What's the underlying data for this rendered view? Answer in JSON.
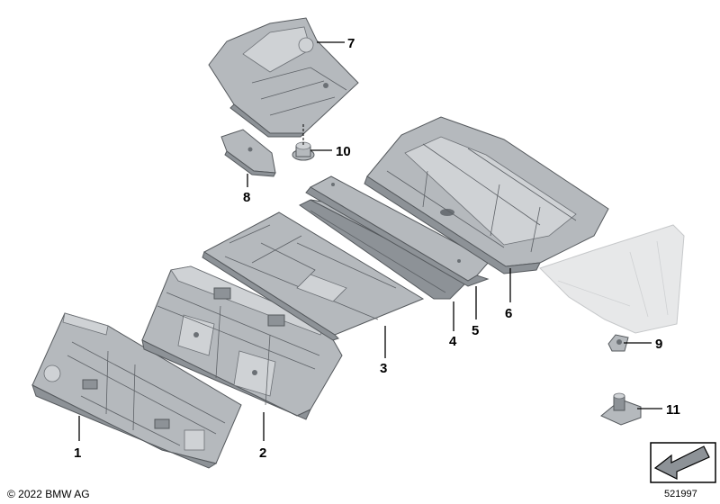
{
  "parts": [
    {
      "number": "1",
      "name_icon": "front-floor-panel"
    },
    {
      "number": "2",
      "name_icon": "seat-cross-member-panel"
    },
    {
      "number": "3",
      "name_icon": "rear-floor-panel"
    },
    {
      "number": "4",
      "name_icon": "cross-member-rail"
    },
    {
      "number": "5",
      "name_icon": "cross-member-rail-upper"
    },
    {
      "number": "6",
      "name_icon": "spare-wheel-well-tub"
    },
    {
      "number": "7",
      "name_icon": "battery-tray-bracket"
    },
    {
      "number": "8",
      "name_icon": "support-bracket"
    },
    {
      "number": "9",
      "name_icon": "small-nut-bracket"
    },
    {
      "number": "10",
      "name_icon": "mount-nut"
    },
    {
      "number": "11",
      "name_icon": "weld-stud-bracket"
    }
  ],
  "footer": {
    "copyright": "© 2022 BMW AG",
    "diagram_number": "521997"
  },
  "colors": {
    "metal": "#b5b9bd",
    "metal_dark": "#8d9297",
    "ghost": "#e7e8e9"
  }
}
